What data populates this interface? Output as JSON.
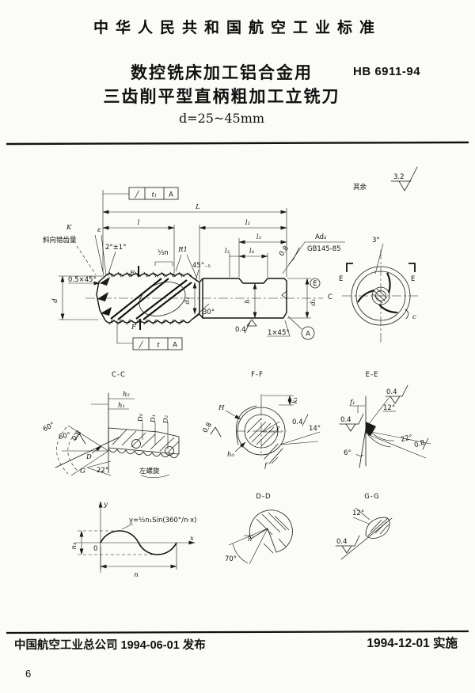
{
  "page": {
    "number": "6"
  },
  "header": {
    "org": "中华人民共和国航空工业标准"
  },
  "title": {
    "line1": "数控铣床加工铝合金用",
    "line2": "三齿削平型直柄粗加工立铣刀",
    "size_range": "d=25~45mm",
    "standard_no": "HB 6911-94"
  },
  "surface_note": {
    "prefix": "其余",
    "ra": "3.2"
  },
  "main_view": {
    "tol_top": {
      "sym": "╱",
      "val": "t₁",
      "datum": "A"
    },
    "tol_bottom": {
      "sym": "╱",
      "val": "t",
      "datum": "A"
    },
    "dims": {
      "L": "L",
      "l": "l",
      "l1": "l₁",
      "l2": "l₂",
      "l3": "l₃",
      "l4": "l₄",
      "third_n": "⅓n",
      "d": "d",
      "d3": "d₃",
      "h": "h",
      "d1": "d₁",
      "env": "E"
    },
    "labels": {
      "K": "K",
      "k_note": "斜向错齿量",
      "epsilon": "ε",
      "tip_angle": "2°±1°",
      "tip_chamfer": "0.5×45°",
      "r1": "R1",
      "neck_chamfer": "45°₋₅",
      "neck_angle": "30°",
      "shank_ra": "0.4",
      "end_ra": "0.8",
      "center_hole_top": "Ad₂",
      "center_hole_bottom": "GB145-85",
      "end_chamfer": "1×45°",
      "datum": "A",
      "f_top": "F",
      "f_bottom": "F"
    },
    "end_view": {
      "tooth_angle": "3°",
      "e_left": "E",
      "e_right": "E",
      "c_left": "C",
      "c_right": "c"
    }
  },
  "sections": {
    "cc": {
      "title": "C-C",
      "h2": "h₂",
      "h1": "h₁",
      "D0": "D₀",
      "D1": "D₁",
      "D2": "D₂",
      "a60a": "60°",
      "a60b": "60°",
      "ra": "0.8",
      "D": "D",
      "G": "G",
      "a22": "22°",
      "helix_note": "左螺旋"
    },
    "ff": {
      "title": "F-F",
      "k1": "k₁",
      "H": "H",
      "ra_h": "0.8",
      "gamma": "γ",
      "ra_f": "0.4",
      "a14": "14°",
      "h0": "h₀",
      "f": "f"
    },
    "ee": {
      "title": "E-E",
      "ra_top": "0.4",
      "a12": "12°",
      "f1": "f₁",
      "ra_left": "0.4",
      "a22": "22°",
      "ra_right": "0.8",
      "a6": "6°"
    },
    "dd": {
      "title": "D-D",
      "a70": "70°",
      "h": "h"
    },
    "gg": {
      "title": "G-G",
      "a12": "12°",
      "ra": "0.4"
    }
  },
  "curve": {
    "axis_y": "y",
    "axis_x": "x",
    "origin": "0",
    "equation": "y=½n₁Sin(360°/n·x)",
    "n1": "n₁",
    "n": "n"
  },
  "footer": {
    "left": "中国航空工业总公司 1994-06-01 发布",
    "right": "1994-12-01 实施"
  }
}
